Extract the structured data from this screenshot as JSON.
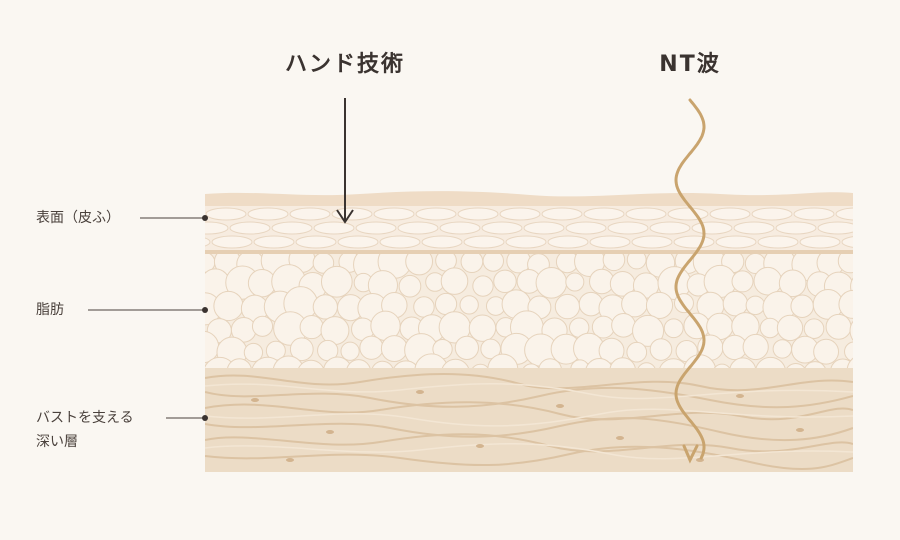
{
  "titles": {
    "hand": "ハンド技術",
    "nt": "NT波"
  },
  "layers": {
    "surface": "表面（皮ふ）",
    "fat": "脂肪",
    "deep_line1": "バストを支える",
    "deep_line2": "深い層"
  },
  "colors": {
    "background": "#faf7f2",
    "skin": "#f1e3d0",
    "fat": "#f6ecdf",
    "deep": "#ead7bf",
    "wave": "#c9a46e",
    "arrow": "#3a3330"
  }
}
